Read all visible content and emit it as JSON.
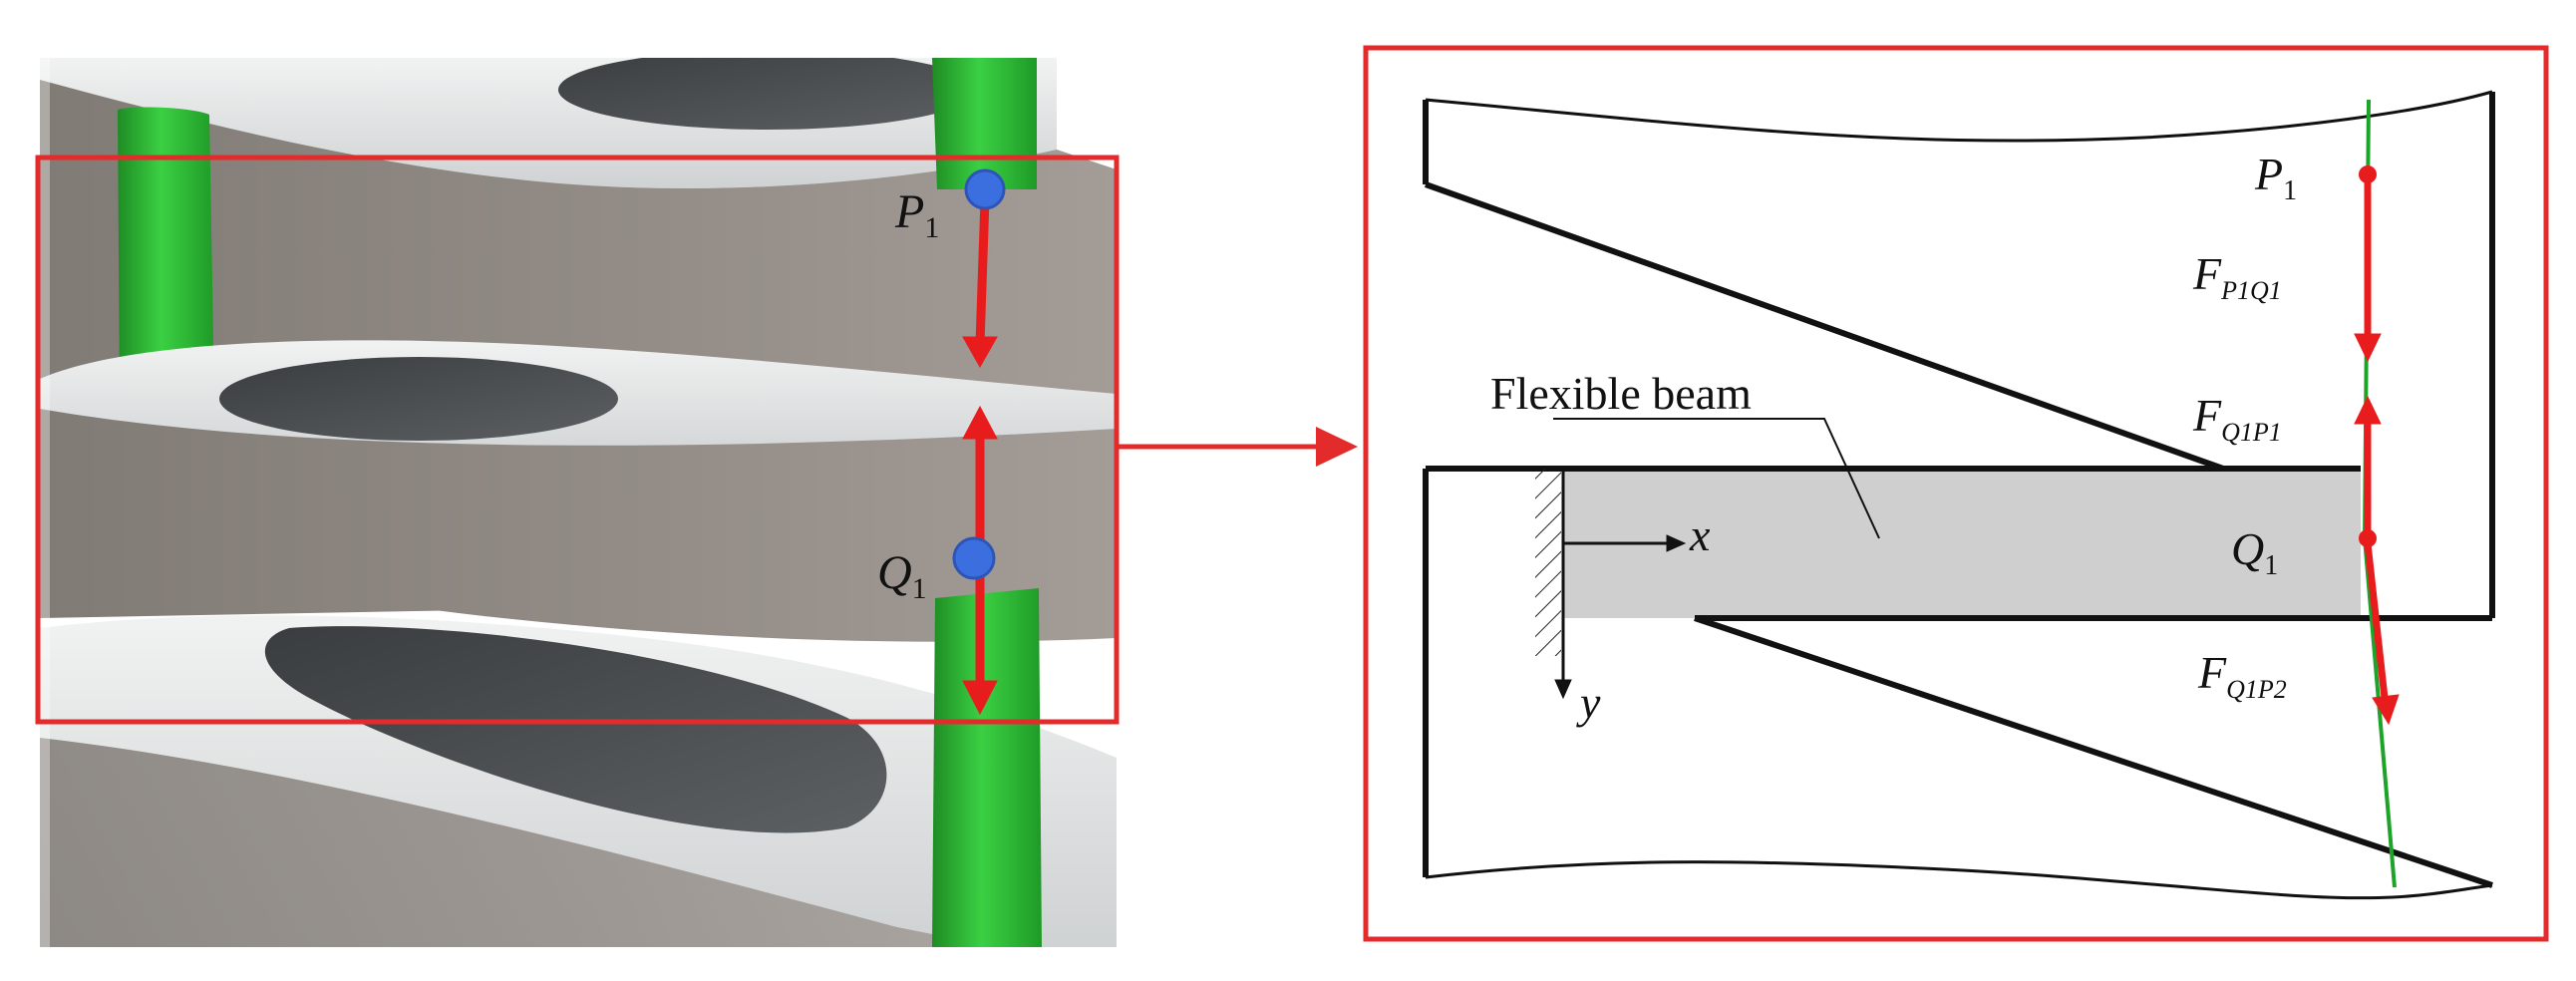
{
  "left_panel": {
    "point_p_main": "P",
    "point_p_sub": "1",
    "point_q_main": "Q",
    "point_q_sub": "1"
  },
  "right_panel": {
    "beam_label": "Flexible beam",
    "axis_x": "x",
    "axis_y": "y",
    "point_p_main": "P",
    "point_p_sub": "1",
    "point_q_main": "Q",
    "point_q_sub": "1",
    "force_labels": [
      {
        "main": "F",
        "sub": "P1Q1"
      },
      {
        "main": "F",
        "sub": "Q1P1"
      },
      {
        "main": "F",
        "sub": "Q1P2"
      }
    ]
  },
  "colors": {
    "frame_red": "#e32b2b",
    "force_red": "#e81c1c",
    "fiber_green": "#2db634",
    "marker_blue": "#3b6fe0",
    "spring_gray": "#8e8883",
    "beam_fill": "#cfcfcf",
    "line_black": "#111111"
  },
  "icons": {
    "arrow_between_panels": "right-arrow-icon",
    "fixed_support": "hatched-wall-icon"
  }
}
